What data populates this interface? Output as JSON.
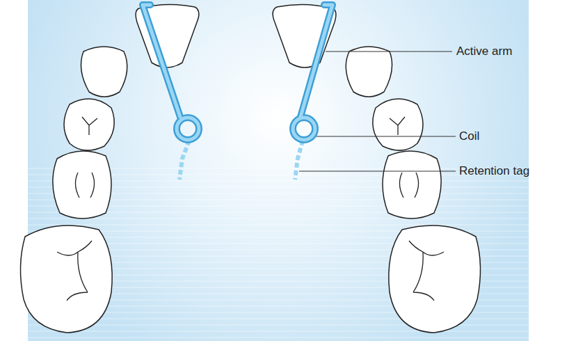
{
  "diagram": {
    "labels": [
      "Active arm",
      "Coil",
      "Retention tag"
    ]
  }
}
